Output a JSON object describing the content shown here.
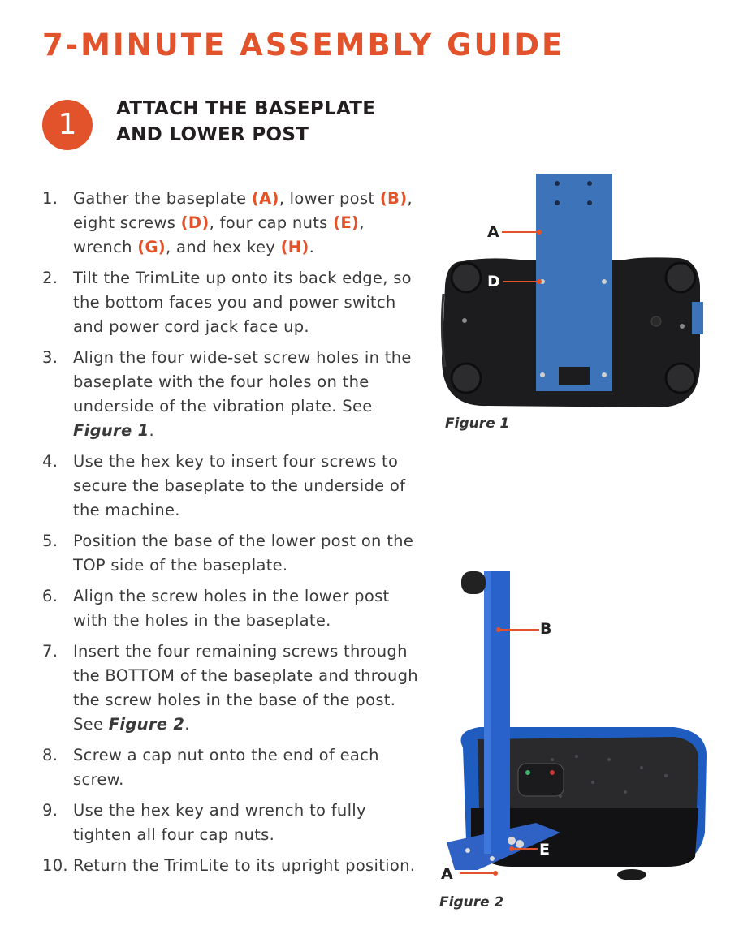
{
  "page_title": "7-MINUTE ASSEMBLY GUIDE",
  "step": {
    "number": "1",
    "title_line1": "ATTACH THE BASEPLATE",
    "title_line2": "AND LOWER POST"
  },
  "instructions": [
    {
      "num": "1.",
      "parts": [
        {
          "t": "Gather the baseplate "
        },
        {
          "t": "(A)",
          "ref": true
        },
        {
          "t": ", lower post "
        },
        {
          "t": "(B)",
          "ref": true
        },
        {
          "t": ", eight screws "
        },
        {
          "t": "(D)",
          "ref": true
        },
        {
          "t": ", four cap nuts "
        },
        {
          "t": "(E)",
          "ref": true
        },
        {
          "t": ", wrench "
        },
        {
          "t": "(G)",
          "ref": true
        },
        {
          "t": ", and hex key "
        },
        {
          "t": "(H)",
          "ref": true
        },
        {
          "t": "."
        }
      ]
    },
    {
      "num": "2.",
      "parts": [
        {
          "t": "Tilt the TrimLite up onto its back edge, so the bottom faces you and power switch and power cord jack face up."
        }
      ]
    },
    {
      "num": "3.",
      "parts": [
        {
          "t": "Align the four wide-set screw holes in the baseplate with the four holes on the underside of the vibration plate. See "
        },
        {
          "t": "Figure 1",
          "em": true
        },
        {
          "t": "."
        }
      ]
    },
    {
      "num": "4.",
      "parts": [
        {
          "t": "Use the hex key to insert four screws to secure the baseplate to the underside of the machine."
        }
      ]
    },
    {
      "num": "5.",
      "parts": [
        {
          "t": "Position the base of the lower post on the TOP side of the baseplate."
        }
      ]
    },
    {
      "num": "6.",
      "parts": [
        {
          "t": "Align the screw holes in the lower post with the holes in the baseplate."
        }
      ]
    },
    {
      "num": "7.",
      "parts": [
        {
          "t": "Insert the four remaining screws through the BOTTOM of the baseplate and through the screw holes in the base of the post. See "
        },
        {
          "t": "Figure 2",
          "em": true
        },
        {
          "t": "."
        }
      ]
    },
    {
      "num": "8.",
      "parts": [
        {
          "t": "Screw a cap nut onto the end of each screw."
        }
      ]
    },
    {
      "num": "9.",
      "parts": [
        {
          "t": "Use the hex key and wrench to fully tighten all four cap nuts."
        }
      ]
    },
    {
      "num": "10.",
      "parts": [
        {
          "t": "Return the TrimLite to its upright position."
        }
      ]
    }
  ],
  "figure1": {
    "caption": "Figure 1",
    "callout_a": "A",
    "callout_d": "D"
  },
  "figure2": {
    "caption": "Figure 2",
    "callout_b": "B",
    "callout_e": "E",
    "callout_a": "A"
  },
  "colors": {
    "accent": "#e2532b",
    "baseplate_blue": "#3d73b8",
    "machine_black": "#1c1c1e",
    "post_blue": "#1f5cc0"
  }
}
